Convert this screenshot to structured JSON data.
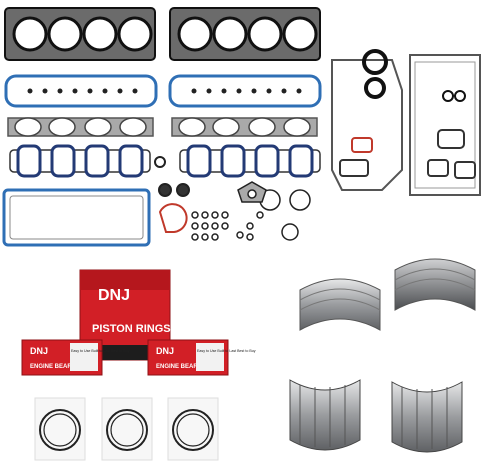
{
  "brand": "DNJ",
  "piston_box": {
    "brand": "DNJ",
    "product": "PISTON RINGS"
  },
  "bearing_boxes": [
    {
      "brand": "DNJ",
      "product": "ENGINE BEARINGS",
      "tagline": "Easy to Use Built to Last Best to Buy"
    },
    {
      "brand": "DNJ",
      "product": "ENGINE BEARINGS",
      "tagline": "Easy to Use Built to Last Best to Buy"
    }
  ],
  "colors": {
    "gasket_black": "#1a1a1a",
    "gasket_gray": "#a9a9a9",
    "seal_blue": "#2f6fb5",
    "box_red": "#d21f26",
    "bearing_steel": "#8e9093"
  }
}
